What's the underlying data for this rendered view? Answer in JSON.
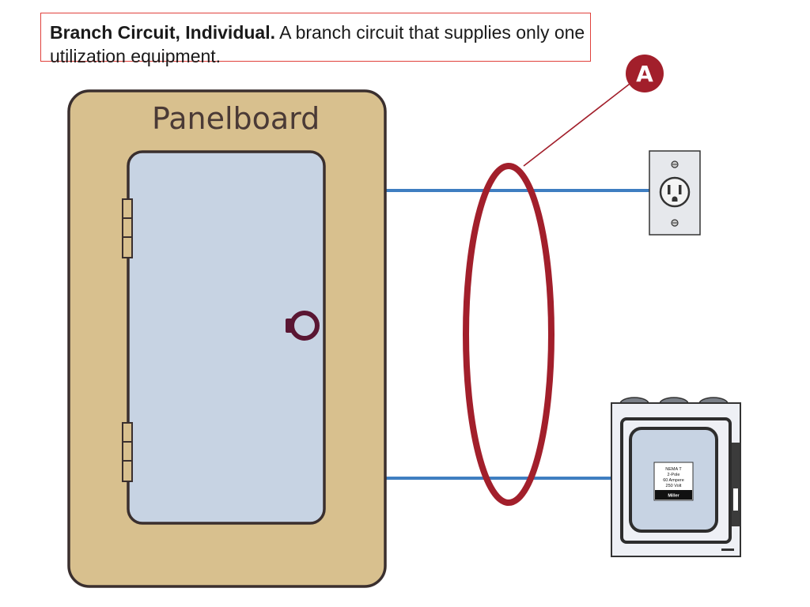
{
  "definition": {
    "term": "Branch Circuit, Individual.",
    "text": " A branch circuit that supplies only one utilization equipment."
  },
  "panelboard": {
    "title": "Panelboard"
  },
  "callout": {
    "letter": "A"
  },
  "disconnect": {
    "nameplate_lines": [
      "NEMA T",
      "2-Pole",
      "60 Ampere",
      "250 Volt"
    ],
    "brand": "Miller"
  },
  "colors": {
    "panel_fill": "#d8c08e",
    "door_fill": "#c7d3e3",
    "wire": "#3f7ec1",
    "ellipse": "#a21f2b",
    "outline": "#3a2f2e"
  }
}
